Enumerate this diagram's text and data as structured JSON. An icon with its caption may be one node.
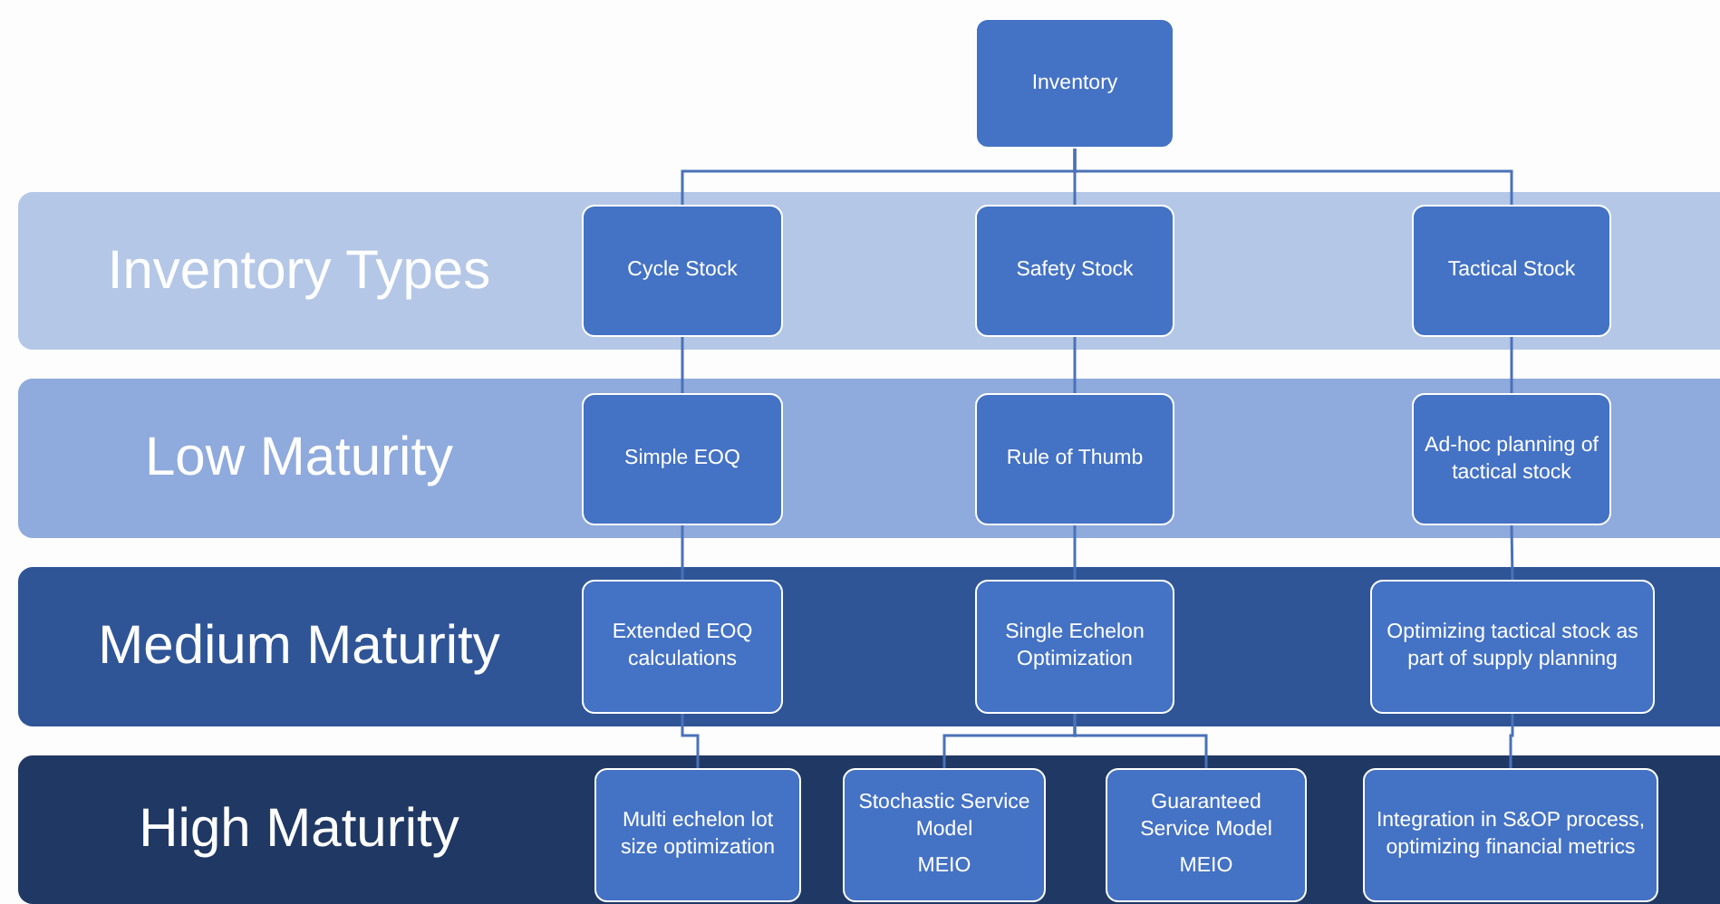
{
  "diagram": {
    "nodes": [
      {
        "text": [
          "Inventory"
        ]
      },
      {
        "text": [
          "Inventory Types"
        ]
      },
      {
        "text": [
          "Cycle Stock"
        ],
        "in": 1
      },
      {
        "text": [
          "Safety Stock"
        ],
        "in": 1
      },
      {
        "text": [
          "Tactical Stock"
        ],
        "in": 1
      },
      {
        "text": [
          "Low Maturity"
        ]
      },
      {
        "text": [
          "Simple EOQ"
        ],
        "in": 5
      },
      {
        "text": [
          "Rule of Thumb"
        ],
        "in": 5
      },
      {
        "text": [
          "Ad-hoc planning of tactical stock"
        ],
        "in": 5
      },
      {
        "text": [
          "Medium Maturity"
        ]
      },
      {
        "text": [
          "Extended EOQ calculations"
        ],
        "in": 9
      },
      {
        "text": [
          "Single Echelon Optimization"
        ],
        "in": 9
      },
      {
        "text": [
          "Optimizing tactical stock as part of supply planning"
        ],
        "in": 9
      },
      {
        "text": [
          "High Maturity"
        ]
      },
      {
        "text": [
          "Multi echelon lot size optimization"
        ],
        "in": 13
      },
      {
        "text": [
          "Stochastic Service Model",
          "MEIO"
        ],
        "in": 13
      },
      {
        "text": [
          "Guaranteed Service Model",
          "MEIO"
        ],
        "in": 13
      },
      {
        "text": [
          "Integration in S&OP process, optimizing financial metrics"
        ],
        "in": 13
      }
    ],
    "edges": [
      {
        "from": 0,
        "to": 2,
        "arrow": "none"
      },
      {
        "from": 0,
        "to": 3,
        "arrow": "none"
      },
      {
        "from": 0,
        "to": 4,
        "arrow": "none"
      },
      {
        "from": 2,
        "to": 6,
        "arrow": "none"
      },
      {
        "from": 3,
        "to": 7,
        "arrow": "none"
      },
      {
        "from": 4,
        "to": 8,
        "arrow": "none"
      },
      {
        "from": 6,
        "to": 10,
        "arrow": "none"
      },
      {
        "from": 7,
        "to": 11,
        "arrow": "none"
      },
      {
        "from": 8,
        "to": 12,
        "arrow": "none"
      },
      {
        "from": 10,
        "to": 14,
        "arrow": "none"
      },
      {
        "from": 11,
        "to": 15,
        "arrow": "none"
      },
      {
        "from": 11,
        "to": 16,
        "arrow": "none"
      },
      {
        "from": 12,
        "to": 17,
        "arrow": "none"
      }
    ]
  }
}
